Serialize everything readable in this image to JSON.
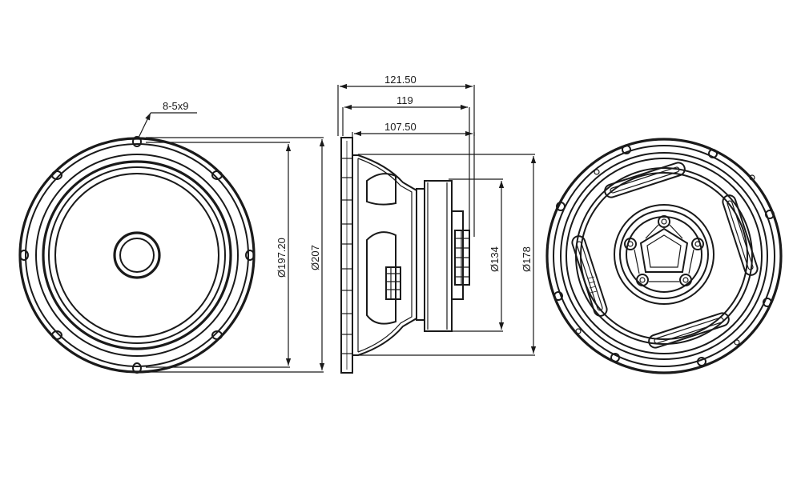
{
  "front_view": {
    "hole_spec": "8-5x9",
    "diameter_inner": "Ø197.20",
    "diameter_outer": "Ø207"
  },
  "side_view": {
    "depth_total": "121.50",
    "depth_mid": "119",
    "depth_frame": "107.50",
    "diameter_magnet": "Ø134",
    "diameter_basket": "Ø178"
  },
  "colors": {
    "line": "#1a1a1a",
    "background": "#ffffff"
  }
}
